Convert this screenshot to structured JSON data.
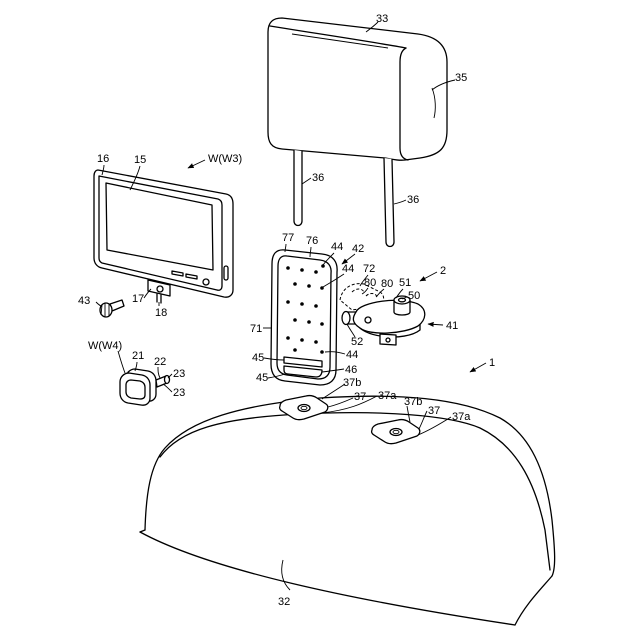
{
  "figure": {
    "headrest": "33",
    "headrest_side": "35",
    "stay_left": "36",
    "stay_right": "36",
    "monitor_frame": "16",
    "monitor_screen": "15",
    "monitor_ref": "W(W3)",
    "monitor_bracket": "17",
    "monitor_pin": "18",
    "knob": "43",
    "accessory_ref": "W(W4)",
    "accessory_body": "21",
    "accessory_shaft": "22",
    "accessory_end_top": "23",
    "accessory_end_bottom": "23",
    "plate_rim": "77",
    "plate_face": "76",
    "plate_hole_top": "44",
    "plate_arrow": "42",
    "plate_hole_mid": "44",
    "plate_body": "71",
    "plate_slot_upper": "45",
    "plate_slot_lower": "45",
    "plate_hole_low": "44",
    "plate_slot": "46",
    "assembly": "2",
    "arm": "72",
    "pin_a": "80",
    "pin_b": "80",
    "hub": "51",
    "disk": "50",
    "bracket": "41",
    "bolt": "52",
    "seat": "1",
    "seatback": "32",
    "pad_left_edge": "37b",
    "pad_left": "37",
    "pad_left_face": "37a",
    "pad_right_edge": "37b",
    "pad_right": "37",
    "pad_right_face": "37a"
  }
}
